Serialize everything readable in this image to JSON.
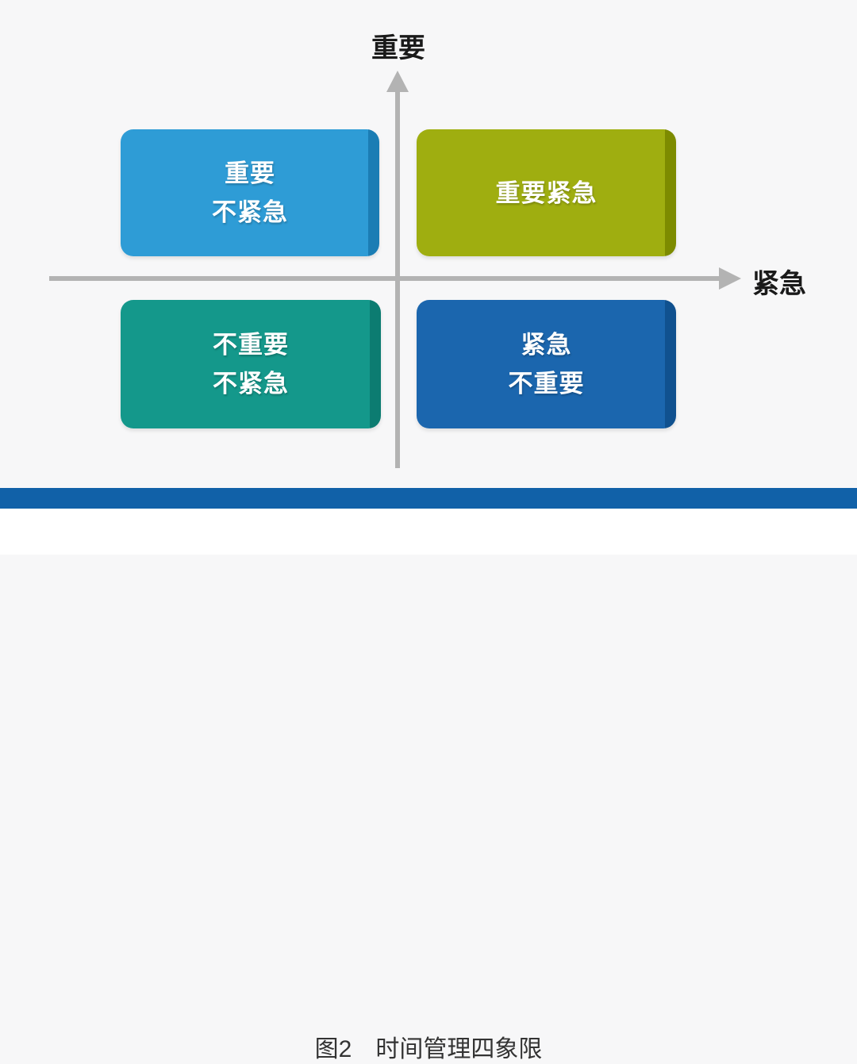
{
  "diagram": {
    "title_caption": "图2　时间管理四象限",
    "background_color": "#f7f7f8",
    "axis_color": "#b3b3b3",
    "axes": {
      "y_label": "重要",
      "x_label": "紧急"
    },
    "quadrants": [
      {
        "name": "important-not-urgent",
        "position": "top-left",
        "line1": "重要",
        "line2": "不紧急",
        "color": "#2e9cd6",
        "edge_color": "#1b7db4"
      },
      {
        "name": "important-urgent",
        "position": "top-right",
        "line1": "重要紧急",
        "line2": "",
        "color": "#9fae10",
        "edge_color": "#7d8b00"
      },
      {
        "name": "not-important-not-urgent",
        "position": "bottom-left",
        "line1": "不重要",
        "line2": "不紧急",
        "color": "#14988b",
        "edge_color": "#0c7c71"
      },
      {
        "name": "urgent-not-important",
        "position": "bottom-right",
        "line1": "紧急",
        "line2": "不重要",
        "color": "#1b66ae",
        "edge_color": "#10518f"
      }
    ],
    "divider_bar_color": "#1161a8",
    "box_text_color": "#ffffff",
    "caption_color": "#333333"
  }
}
